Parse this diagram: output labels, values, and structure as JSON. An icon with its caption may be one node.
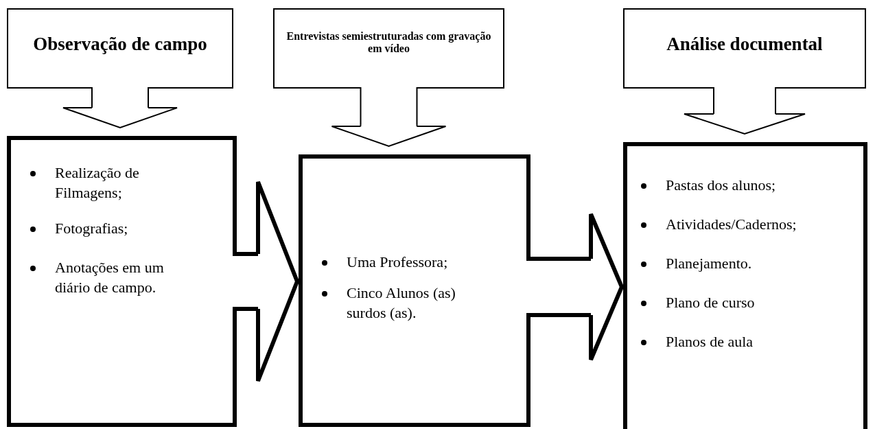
{
  "diagram": {
    "nodes": [
      {
        "text": [
          "Observação de campo"
        ]
      },
      {
        "text": [
          "Entrevistas semiestruturadas com gravação em vídeo"
        ]
      },
      {
        "text": [
          "Análise documental"
        ]
      },
      {
        "text": [
          "Realização de Filmagens;",
          "Fotografias;",
          "Anotações em um diário de campo."
        ]
      },
      {
        "text": [
          "Uma Professora;",
          "Cinco Alunos (as) surdos (as)."
        ]
      },
      {
        "text": [
          "Pastas dos alunos;",
          "Atividades/Cadernos;",
          "Planejamento.",
          "Plano de curso",
          "Planos de aula"
        ]
      }
    ],
    "edges": [
      {
        "from": 0,
        "to": 3,
        "arrow": "to"
      },
      {
        "from": 1,
        "to": 4,
        "arrow": "to"
      },
      {
        "from": 2,
        "to": 5,
        "arrow": "to"
      },
      {
        "from": 3,
        "to": 4,
        "arrow": "to",
        "style": "thick"
      },
      {
        "from": 4,
        "to": 5,
        "arrow": "to",
        "style": "thick"
      }
    ]
  }
}
